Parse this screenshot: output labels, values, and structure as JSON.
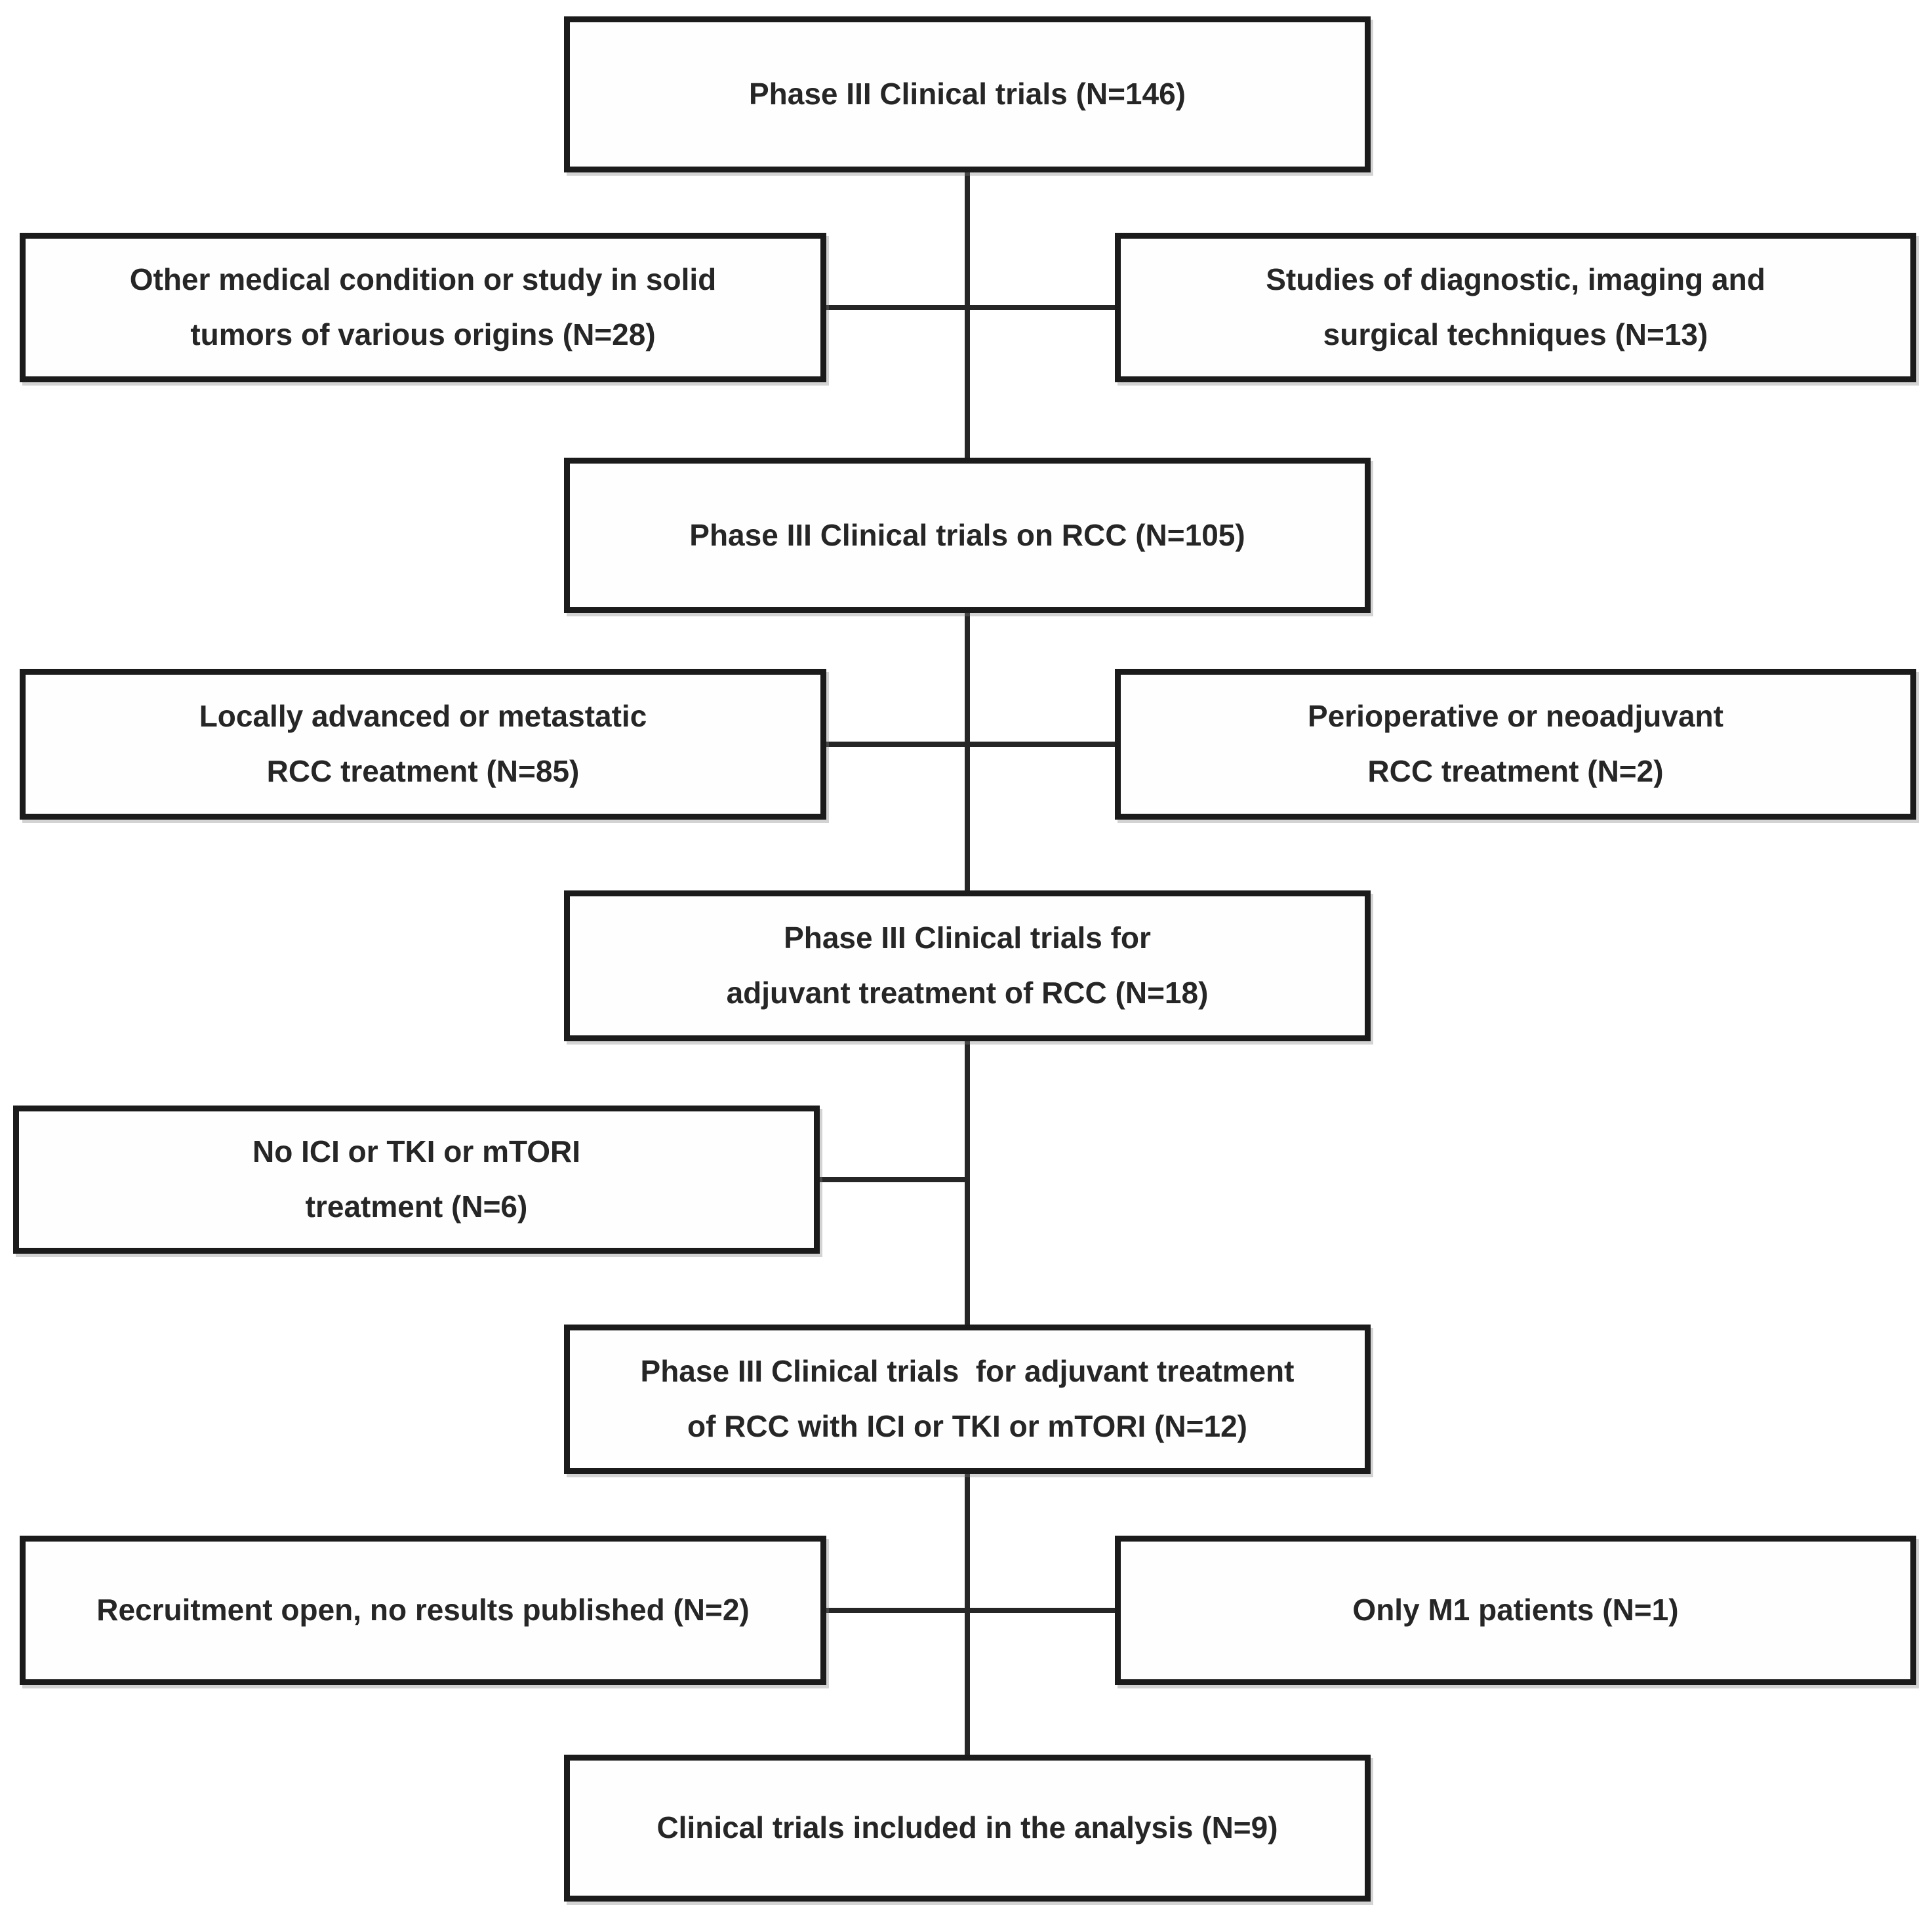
{
  "diagram": {
    "type": "flowchart",
    "subject": "Clinical trial selection flow (PRISMA-style)",
    "colors": {
      "background": "#ffffff",
      "box_fill": "#fefefe",
      "box_border": "#1b1b1b",
      "text": "#262626",
      "connector": "#262626"
    },
    "nodes": [
      {
        "id": "phase3-trials-146",
        "n": 146,
        "lines": [
          "Phase III Clinical trials (N=146)"
        ]
      },
      {
        "id": "other-medical-condition",
        "n": 28,
        "lines": [
          "Other medical condition or study in solid",
          "tumors of various origins (N=28)"
        ]
      },
      {
        "id": "diagnostic-imaging-studies",
        "n": 13,
        "lines": [
          "Studies of diagnostic, imaging and",
          "surgical techniques (N=13)"
        ]
      },
      {
        "id": "phase3-rcc-105",
        "n": 105,
        "lines": [
          "Phase III Clinical trials on RCC (N=105)"
        ]
      },
      {
        "id": "locally-advanced-metastatic",
        "n": 85,
        "lines": [
          "Locally advanced or metastatic",
          "RCC treatment (N=85)"
        ]
      },
      {
        "id": "perioperative-neoadjuvant",
        "n": 2,
        "lines": [
          "Perioperative or neoadjuvant",
          "RCC treatment (N=2)"
        ]
      },
      {
        "id": "phase3-adjuvant-rcc-18",
        "n": 18,
        "lines": [
          "Phase III Clinical trials for",
          "adjuvant treatment of RCC (N=18)"
        ]
      },
      {
        "id": "no-ici-tki-mtori",
        "n": 6,
        "lines": [
          "No ICI or TKI or mTORI",
          "treatment (N=6)"
        ]
      },
      {
        "id": "phase3-adjuvant-ici-tki-mtori-12",
        "n": 12,
        "lines": [
          "Phase III Clinical trials  for adjuvant treatment",
          "of RCC with ICI or TKI or mTORI (N=12)"
        ]
      },
      {
        "id": "recruitment-open",
        "n": 2,
        "lines": [
          "Recruitment open, no results published (N=2)"
        ]
      },
      {
        "id": "only-m1-patients",
        "n": 1,
        "lines": [
          "Only M1 patients (N=1)"
        ]
      },
      {
        "id": "included-in-analysis",
        "n": 9,
        "lines": [
          "Clinical trials included in the analysis (N=9)"
        ]
      }
    ],
    "edges": [
      {
        "from": "phase3-trials-146",
        "to": "other-medical-condition",
        "kind": "exclusion-left"
      },
      {
        "from": "phase3-trials-146",
        "to": "diagnostic-imaging-studies",
        "kind": "exclusion-right"
      },
      {
        "from": "phase3-trials-146",
        "to": "phase3-rcc-105",
        "kind": "main-flow"
      },
      {
        "from": "phase3-rcc-105",
        "to": "locally-advanced-metastatic",
        "kind": "exclusion-left"
      },
      {
        "from": "phase3-rcc-105",
        "to": "perioperative-neoadjuvant",
        "kind": "exclusion-right"
      },
      {
        "from": "phase3-rcc-105",
        "to": "phase3-adjuvant-rcc-18",
        "kind": "main-flow"
      },
      {
        "from": "phase3-adjuvant-rcc-18",
        "to": "no-ici-tki-mtori",
        "kind": "exclusion-left"
      },
      {
        "from": "phase3-adjuvant-rcc-18",
        "to": "phase3-adjuvant-ici-tki-mtori-12",
        "kind": "main-flow"
      },
      {
        "from": "phase3-adjuvant-ici-tki-mtori-12",
        "to": "recruitment-open",
        "kind": "exclusion-left"
      },
      {
        "from": "phase3-adjuvant-ici-tki-mtori-12",
        "to": "only-m1-patients",
        "kind": "exclusion-right"
      },
      {
        "from": "phase3-adjuvant-ici-tki-mtori-12",
        "to": "included-in-analysis",
        "kind": "main-flow"
      }
    ]
  }
}
